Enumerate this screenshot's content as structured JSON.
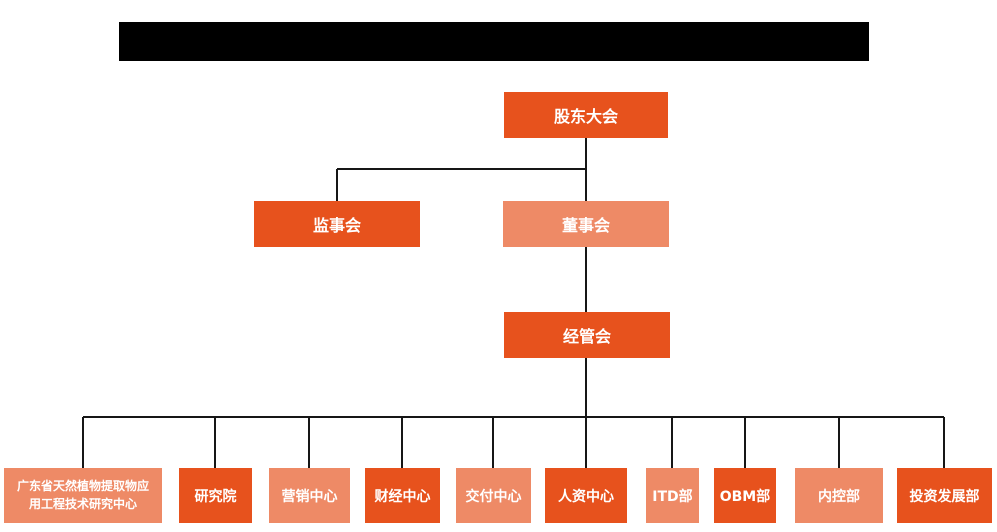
{
  "colors": {
    "primary_orange": "#E7521D",
    "light_orange": "#EE8A66",
    "connector_line": "#161616",
    "redacted_bar": "#000000",
    "box_text": "#FFFFFF"
  },
  "org_chart": {
    "shareholders": {
      "label": "股东大会"
    },
    "supervisory_board": {
      "label": "监事会"
    },
    "board_of_directors": {
      "label": "董事会"
    },
    "management_committee": {
      "label": "经管会"
    },
    "departments": [
      {
        "label": "广东省天然植物提取物应用工程技术研究中心"
      },
      {
        "label": "研究院"
      },
      {
        "label": "营销中心"
      },
      {
        "label": "财经中心"
      },
      {
        "label": "交付中心"
      },
      {
        "label": "人资中心"
      },
      {
        "label": "ITD部"
      },
      {
        "label": "OBM部"
      },
      {
        "label": "内控部"
      },
      {
        "label": "投资发展部"
      }
    ]
  }
}
